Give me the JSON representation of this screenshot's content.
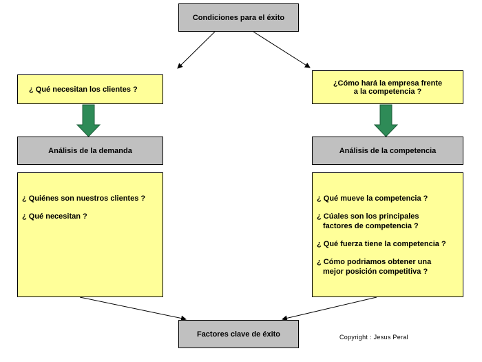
{
  "top": {
    "title": "Condiciones para el éxito"
  },
  "left": {
    "question": "¿ Qué necesitan los clientes ?",
    "section": "Análisis de la demanda",
    "items": [
      {
        "line1": "¿ Quiénes son nuestros clientes ?"
      },
      {
        "line1": "¿ Qué necesitan ?"
      }
    ]
  },
  "right": {
    "question_line1": "¿Cómo hará la empresa frente",
    "question_line2": "a la competencia ?",
    "section": "Análisis de la competencia",
    "items": [
      {
        "line1": "¿ Qué mueve la competencia ?",
        "line2": ""
      },
      {
        "line1": "¿ Cúales son los principales",
        "line2": "factores de competencia ?"
      },
      {
        "line1": "¿ Qué fuerza tiene la competencia ?",
        "line2": ""
      },
      {
        "line1": "¿ Cómo podriamos obtener una",
        "line2": "mejor posición competitiva ?"
      }
    ]
  },
  "bottom": {
    "title": "Factores clave de éxito"
  },
  "footer": {
    "copyright": "Copyright : Jesus Peral"
  },
  "colors": {
    "gray_box": "#c0c0c0",
    "yellow_box": "#ffff99",
    "green_arrow": "#2e8b57"
  }
}
